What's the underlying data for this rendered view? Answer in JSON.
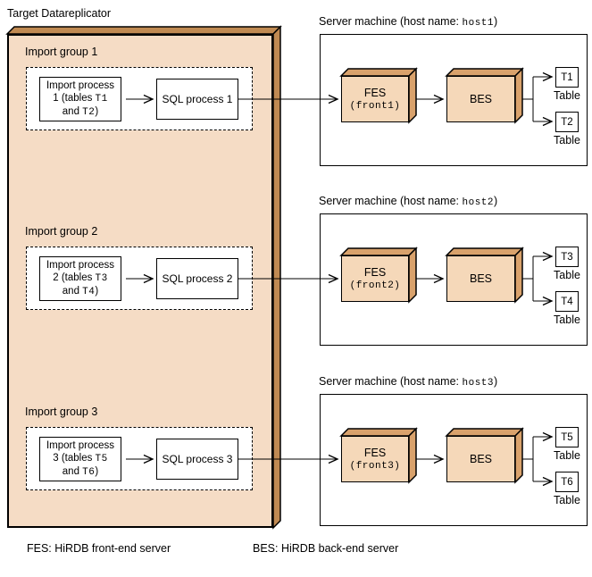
{
  "colors": {
    "page-bg": "#FFFFFF",
    "repl-fill": "#F5DCC5",
    "repl-side": "#C08A52",
    "cube-fill": "#F5D8B9",
    "cube-side": "#D9A26C"
  },
  "title": "Target Datareplicator",
  "import_groups": [
    {
      "label": "Import group 1",
      "process": {
        "line1": "Import process",
        "line2_pre": "1 (tables ",
        "line2_table": "T1",
        "line3_pre": "and ",
        "line3_table": "T2",
        "line3_post": ")"
      },
      "sql": "SQL process 1"
    },
    {
      "label": "Import group 2",
      "process": {
        "line1": "Import process",
        "line2_pre": "2 (tables ",
        "line2_table": "T3",
        "line3_pre": "and ",
        "line3_table": "T4",
        "line3_post": ")"
      },
      "sql": "SQL process 2"
    },
    {
      "label": "Import group 3",
      "process": {
        "line1": "Import process",
        "line2_pre": "3 (tables ",
        "line2_table": "T5",
        "line3_pre": "and ",
        "line3_table": "T6",
        "line3_post": ")"
      },
      "sql": "SQL process 3"
    }
  ],
  "servers": [
    {
      "label_prefix": "Server machine (host name: ",
      "host": "host1",
      "label_suffix": ")",
      "fes_name": "FES",
      "fes_instance": "(front1)",
      "bes_name": "BES",
      "tables": [
        {
          "id": "T1",
          "caption": "Table"
        },
        {
          "id": "T2",
          "caption": "Table"
        }
      ]
    },
    {
      "label_prefix": "Server machine (host name: ",
      "host": "host2",
      "label_suffix": ")",
      "fes_name": "FES",
      "fes_instance": "(front2)",
      "bes_name": "BES",
      "tables": [
        {
          "id": "T3",
          "caption": "Table"
        },
        {
          "id": "T4",
          "caption": "Table"
        }
      ]
    },
    {
      "label_prefix": "Server machine (host name: ",
      "host": "host3",
      "label_suffix": ")",
      "fes_name": "FES",
      "fes_instance": "(front3)",
      "bes_name": "BES",
      "tables": [
        {
          "id": "T5",
          "caption": "Table"
        },
        {
          "id": "T6",
          "caption": "Table"
        }
      ]
    }
  ],
  "legend": {
    "fes": "FES: HiRDB front-end server",
    "bes": "BES: HiRDB back-end server"
  }
}
